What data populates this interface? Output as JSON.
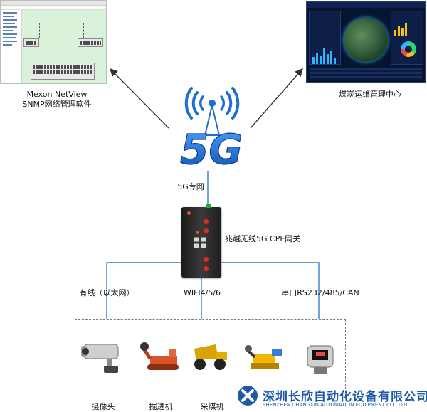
{
  "top_left": {
    "label_line1": "Mexon NetView",
    "label_line2": "SNMP网络管理软件"
  },
  "top_right": {
    "label": "煤炭运维管理中心"
  },
  "center": {
    "network_label": "5G专网",
    "gateway_label": "兆越无线5G CPE网关",
    "emblem_text": "5G"
  },
  "links": {
    "wired": "有线（以太网）",
    "wifi": "WIFI4/5/6",
    "serial": "串口RS232/485/CAN"
  },
  "devices": [
    {
      "label": "摄像头",
      "icon": "camera-icon"
    },
    {
      "label": "掘进机",
      "icon": "roadheader-icon"
    },
    {
      "label": "采煤机",
      "icon": "mining-truck-icon"
    },
    {
      "label": "",
      "icon": "shearer-icon"
    },
    {
      "label": "",
      "icon": "sensor-icon"
    }
  ],
  "watermark": {
    "company_cn": "深圳长欣自动化设备有限公司",
    "company_en": "SHENZHEN CHANGXIN AUTOMATION EQUIPMENT CO., LTD"
  },
  "colors": {
    "link_blue": "#2f7fd0",
    "emblem_blue": "#1f6fd0",
    "watermark_blue": "#1f5aa6"
  }
}
